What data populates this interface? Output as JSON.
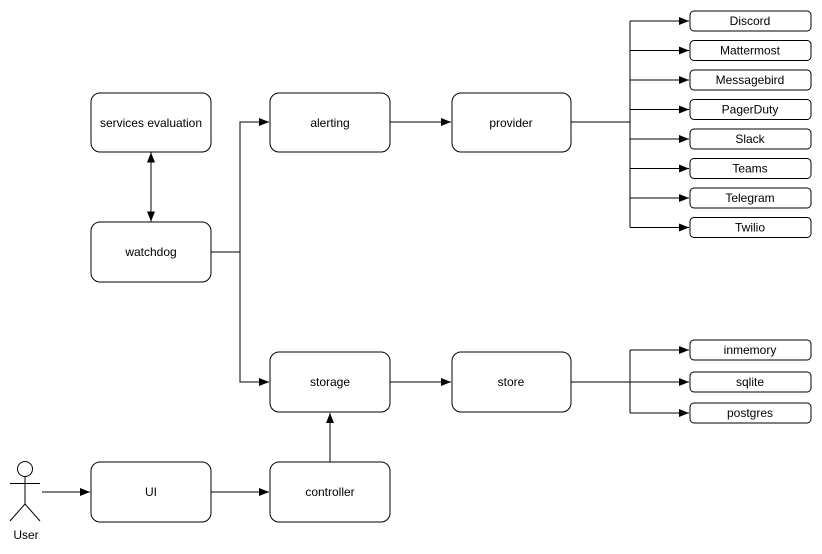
{
  "diagram": {
    "nodes": {
      "services_evaluation": "services evaluation",
      "watchdog": "watchdog",
      "alerting": "alerting",
      "provider": "provider",
      "storage": "storage",
      "store": "store",
      "ui": "UI",
      "controller": "controller"
    },
    "providers": [
      "Discord",
      "Mattermost",
      "Messagebird",
      "PagerDuty",
      "Slack",
      "Teams",
      "Telegram",
      "Twilio"
    ],
    "stores": [
      "inmemory",
      "sqlite",
      "postgres"
    ],
    "actor_label": "User",
    "colors": {
      "stroke": "#000000",
      "node_fill": "#ffffff",
      "background": "#ffffff",
      "text": "#000000"
    }
  }
}
